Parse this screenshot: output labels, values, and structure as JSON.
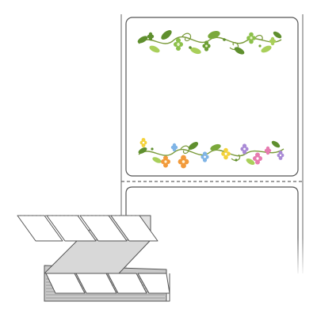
{
  "scene": {
    "subject": "fanfold-label-stock",
    "colors": {
      "background": "#ffffff",
      "label_stroke": "#555555",
      "perforation": "#666666",
      "label_fill": "#ffffff",
      "stack_face": "#d8d8d8",
      "stack_shadow": "#9a9a9a",
      "vine_stem": "#7a9a3a",
      "leaf_dark": "#5f8f2e",
      "leaf_light": "#a9cf5a",
      "flower_orange": "#f29a3a",
      "flower_pink": "#e77bb0",
      "flower_purple": "#a98ad6",
      "flower_blue": "#7fb4e6",
      "flower_yellow": "#f4d23a"
    },
    "label_column": {
      "labels_visible": 2,
      "perforation_style": "dashed"
    },
    "decorations": [
      {
        "name": "top-floral-border",
        "palette": "green"
      },
      {
        "name": "bottom-floral-border",
        "palette": "multicolor"
      }
    ],
    "fanfold_stack": {
      "top_row_panels": 4,
      "bottom_row_panels": 4
    }
  }
}
